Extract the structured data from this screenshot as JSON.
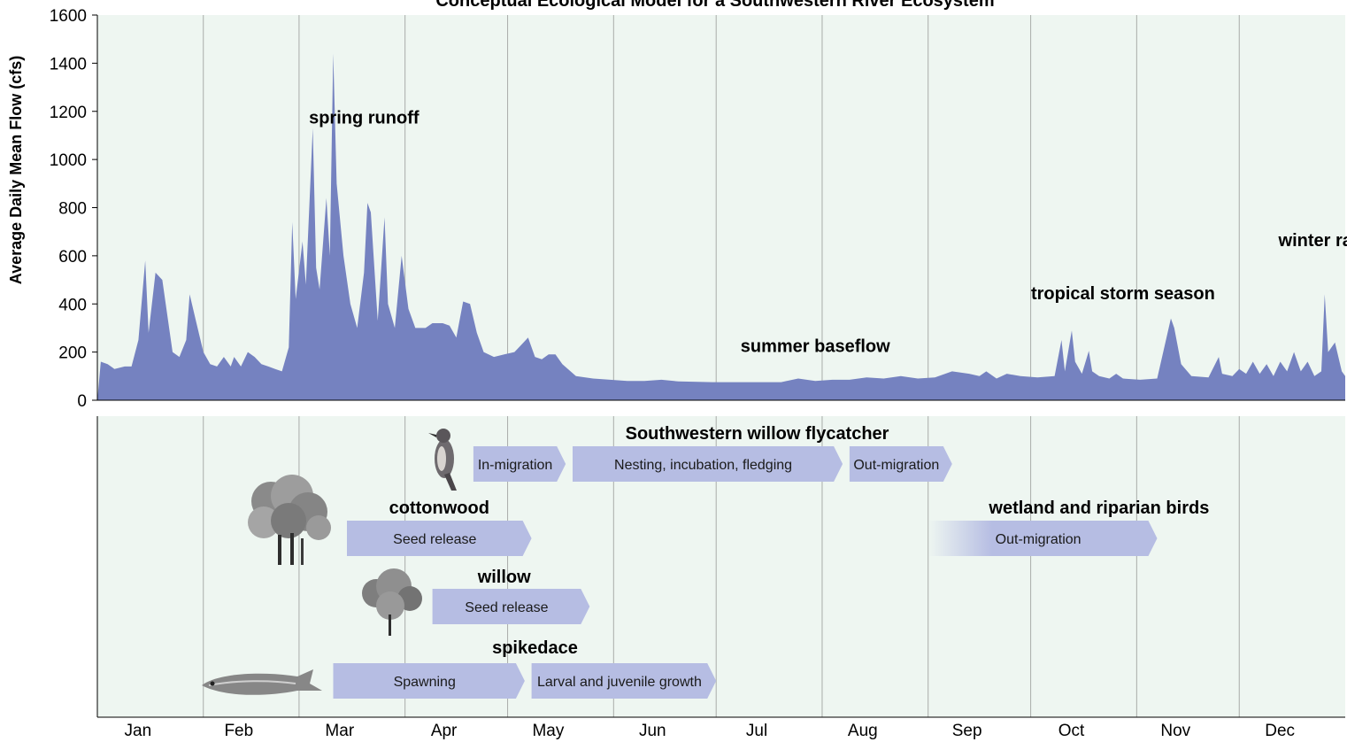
{
  "chart_data": {
    "type": "area",
    "title": "Conceptual Ecological Model for a Southwestern River Ecosystem",
    "ylabel": "Average Daily Mean Flow (cfs)",
    "xlabel": "",
    "ylim": [
      0,
      1600
    ],
    "yticks": [
      "0",
      "200",
      "400",
      "600",
      "800",
      "1000",
      "1200",
      "1400",
      "1600"
    ],
    "months": [
      "Jan",
      "Feb",
      "Mar",
      "Apr",
      "May",
      "Jun",
      "Jul",
      "Aug",
      "Sep",
      "Oct",
      "Nov",
      "Dec"
    ],
    "grid": true,
    "colors": {
      "flow_fill": "#7582c0",
      "phase_fill": "#b6bde3",
      "panel_bg": "#eef6f1",
      "grid": "#a9aca9"
    },
    "flow_series": [
      {
        "day": 1,
        "cfs": 160
      },
      {
        "day": 3,
        "cfs": 150
      },
      {
        "day": 5,
        "cfs": 130
      },
      {
        "day": 8,
        "cfs": 140
      },
      {
        "day": 10,
        "cfs": 140
      },
      {
        "day": 12,
        "cfs": 250
      },
      {
        "day": 14,
        "cfs": 580
      },
      {
        "day": 15,
        "cfs": 280
      },
      {
        "day": 17,
        "cfs": 530
      },
      {
        "day": 19,
        "cfs": 500
      },
      {
        "day": 21,
        "cfs": 300
      },
      {
        "day": 22,
        "cfs": 200
      },
      {
        "day": 24,
        "cfs": 180
      },
      {
        "day": 26,
        "cfs": 250
      },
      {
        "day": 27,
        "cfs": 440
      },
      {
        "day": 29,
        "cfs": 320
      },
      {
        "day": 31,
        "cfs": 200
      },
      {
        "day": 33,
        "cfs": 150
      },
      {
        "day": 35,
        "cfs": 140
      },
      {
        "day": 37,
        "cfs": 180
      },
      {
        "day": 39,
        "cfs": 140
      },
      {
        "day": 40,
        "cfs": 180
      },
      {
        "day": 42,
        "cfs": 140
      },
      {
        "day": 44,
        "cfs": 200
      },
      {
        "day": 46,
        "cfs": 180
      },
      {
        "day": 48,
        "cfs": 150
      },
      {
        "day": 50,
        "cfs": 140
      },
      {
        "day": 52,
        "cfs": 130
      },
      {
        "day": 54,
        "cfs": 120
      },
      {
        "day": 56,
        "cfs": 220
      },
      {
        "day": 57,
        "cfs": 740
      },
      {
        "day": 58,
        "cfs": 420
      },
      {
        "day": 60,
        "cfs": 660
      },
      {
        "day": 61,
        "cfs": 480
      },
      {
        "day": 63,
        "cfs": 1130
      },
      {
        "day": 64,
        "cfs": 550
      },
      {
        "day": 65,
        "cfs": 460
      },
      {
        "day": 67,
        "cfs": 840
      },
      {
        "day": 68,
        "cfs": 600
      },
      {
        "day": 69,
        "cfs": 1440
      },
      {
        "day": 70,
        "cfs": 900
      },
      {
        "day": 72,
        "cfs": 600
      },
      {
        "day": 74,
        "cfs": 400
      },
      {
        "day": 76,
        "cfs": 300
      },
      {
        "day": 78,
        "cfs": 530
      },
      {
        "day": 79,
        "cfs": 820
      },
      {
        "day": 80,
        "cfs": 780
      },
      {
        "day": 82,
        "cfs": 330
      },
      {
        "day": 84,
        "cfs": 760
      },
      {
        "day": 85,
        "cfs": 400
      },
      {
        "day": 87,
        "cfs": 300
      },
      {
        "day": 89,
        "cfs": 600
      },
      {
        "day": 91,
        "cfs": 380
      },
      {
        "day": 93,
        "cfs": 300
      },
      {
        "day": 96,
        "cfs": 300
      },
      {
        "day": 98,
        "cfs": 320
      },
      {
        "day": 101,
        "cfs": 320
      },
      {
        "day": 103,
        "cfs": 310
      },
      {
        "day": 105,
        "cfs": 260
      },
      {
        "day": 107,
        "cfs": 410
      },
      {
        "day": 109,
        "cfs": 400
      },
      {
        "day": 111,
        "cfs": 280
      },
      {
        "day": 113,
        "cfs": 200
      },
      {
        "day": 116,
        "cfs": 180
      },
      {
        "day": 119,
        "cfs": 190
      },
      {
        "day": 122,
        "cfs": 200
      },
      {
        "day": 124,
        "cfs": 230
      },
      {
        "day": 126,
        "cfs": 260
      },
      {
        "day": 128,
        "cfs": 180
      },
      {
        "day": 130,
        "cfs": 170
      },
      {
        "day": 132,
        "cfs": 190
      },
      {
        "day": 134,
        "cfs": 190
      },
      {
        "day": 136,
        "cfs": 150
      },
      {
        "day": 140,
        "cfs": 100
      },
      {
        "day": 145,
        "cfs": 90
      },
      {
        "day": 150,
        "cfs": 85
      },
      {
        "day": 155,
        "cfs": 80
      },
      {
        "day": 160,
        "cfs": 80
      },
      {
        "day": 165,
        "cfs": 85
      },
      {
        "day": 170,
        "cfs": 78
      },
      {
        "day": 180,
        "cfs": 75
      },
      {
        "day": 190,
        "cfs": 75
      },
      {
        "day": 200,
        "cfs": 75
      },
      {
        "day": 205,
        "cfs": 90
      },
      {
        "day": 210,
        "cfs": 80
      },
      {
        "day": 215,
        "cfs": 85
      },
      {
        "day": 220,
        "cfs": 85
      },
      {
        "day": 225,
        "cfs": 95
      },
      {
        "day": 230,
        "cfs": 90
      },
      {
        "day": 235,
        "cfs": 100
      },
      {
        "day": 240,
        "cfs": 90
      },
      {
        "day": 245,
        "cfs": 95
      },
      {
        "day": 250,
        "cfs": 120
      },
      {
        "day": 255,
        "cfs": 110
      },
      {
        "day": 258,
        "cfs": 100
      },
      {
        "day": 260,
        "cfs": 120
      },
      {
        "day": 263,
        "cfs": 90
      },
      {
        "day": 266,
        "cfs": 110
      },
      {
        "day": 270,
        "cfs": 100
      },
      {
        "day": 275,
        "cfs": 95
      },
      {
        "day": 280,
        "cfs": 100
      },
      {
        "day": 282,
        "cfs": 250
      },
      {
        "day": 283,
        "cfs": 120
      },
      {
        "day": 285,
        "cfs": 290
      },
      {
        "day": 286,
        "cfs": 160
      },
      {
        "day": 288,
        "cfs": 110
      },
      {
        "day": 290,
        "cfs": 205
      },
      {
        "day": 291,
        "cfs": 120
      },
      {
        "day": 293,
        "cfs": 100
      },
      {
        "day": 296,
        "cfs": 90
      },
      {
        "day": 298,
        "cfs": 110
      },
      {
        "day": 300,
        "cfs": 90
      },
      {
        "day": 305,
        "cfs": 85
      },
      {
        "day": 310,
        "cfs": 90
      },
      {
        "day": 314,
        "cfs": 340
      },
      {
        "day": 315,
        "cfs": 300
      },
      {
        "day": 317,
        "cfs": 150
      },
      {
        "day": 320,
        "cfs": 100
      },
      {
        "day": 325,
        "cfs": 95
      },
      {
        "day": 328,
        "cfs": 180
      },
      {
        "day": 329,
        "cfs": 110
      },
      {
        "day": 332,
        "cfs": 100
      },
      {
        "day": 334,
        "cfs": 130
      },
      {
        "day": 336,
        "cfs": 110
      },
      {
        "day": 338,
        "cfs": 160
      },
      {
        "day": 340,
        "cfs": 110
      },
      {
        "day": 342,
        "cfs": 150
      },
      {
        "day": 344,
        "cfs": 100
      },
      {
        "day": 346,
        "cfs": 160
      },
      {
        "day": 348,
        "cfs": 120
      },
      {
        "day": 350,
        "cfs": 200
      },
      {
        "day": 352,
        "cfs": 120
      },
      {
        "day": 354,
        "cfs": 160
      },
      {
        "day": 356,
        "cfs": 100
      },
      {
        "day": 358,
        "cfs": 120
      },
      {
        "day": 359,
        "cfs": 440
      },
      {
        "day": 360,
        "cfs": 200
      },
      {
        "day": 362,
        "cfs": 240
      },
      {
        "day": 364,
        "cfs": 120
      },
      {
        "day": 365,
        "cfs": 100
      }
    ],
    "annotations": [
      {
        "text": "spring runoff",
        "day": 78,
        "cfs": 1150
      },
      {
        "text": "summer baseflow",
        "day": 210,
        "cfs": 200
      },
      {
        "text": "tropical storm season",
        "day": 300,
        "cfs": 420
      },
      {
        "text": "winter rains",
        "day": 360,
        "cfs": 640
      }
    ],
    "phenology": [
      {
        "heading": "Southwestern willow flycatcher",
        "heading_day": 193,
        "phases": [
          {
            "label": "In-migration",
            "start": 110,
            "end": 137
          },
          {
            "label": "Nesting, incubation, fledging",
            "start": 139,
            "end": 218
          },
          {
            "label": "Out-migration",
            "start": 220,
            "end": 250
          }
        ]
      },
      {
        "heading": "cottonwood",
        "heading_day": 100,
        "phases": [
          {
            "label": "Seed release",
            "start": 73,
            "end": 127
          }
        ]
      },
      {
        "heading": "wetland and riparian birds",
        "heading_day": 293,
        "phases": [
          {
            "label": "Out-migration",
            "start": 243,
            "end": 310,
            "fade_in": true
          }
        ]
      },
      {
        "heading": "willow",
        "heading_day": 119,
        "phases": [
          {
            "label": "Seed release",
            "start": 98,
            "end": 144
          }
        ]
      },
      {
        "heading": "spikedace",
        "heading_day": 128,
        "phases": [
          {
            "label": "Spawning",
            "start": 69,
            "end": 125
          },
          {
            "label": "Larval and juvenile growth",
            "start": 127,
            "end": 181
          }
        ]
      }
    ]
  }
}
